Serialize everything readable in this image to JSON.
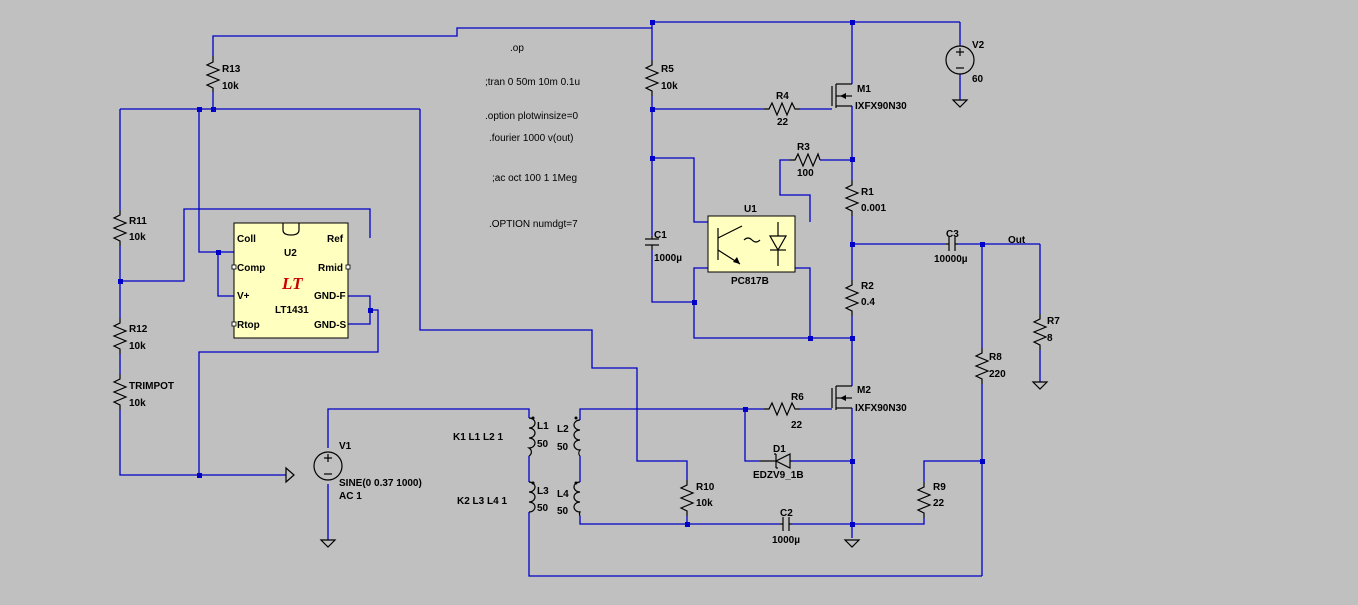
{
  "directives": {
    "op": ".op",
    "tran": ";tran 0 50m 10m 0.1u",
    "plotwinsize": ".option plotwinsize=0",
    "fourier": ".fourier 1000 v(out)",
    "ac": ";ac oct 100 1 1Meg",
    "numdgt": ".OPTION numdgt=7"
  },
  "components": {
    "R13": {
      "name": "R13",
      "value": "10k"
    },
    "R11": {
      "name": "R11",
      "value": "10k"
    },
    "R12": {
      "name": "R12",
      "value": "10k"
    },
    "TRIMPOT": {
      "name": "TRIMPOT",
      "value": "10k"
    },
    "R5": {
      "name": "R5",
      "value": "10k"
    },
    "R4": {
      "name": "R4",
      "value": "22"
    },
    "R3": {
      "name": "R3",
      "value": "100"
    },
    "R1": {
      "name": "R1",
      "value": "0.001"
    },
    "R2": {
      "name": "R2",
      "value": "0.4"
    },
    "R6": {
      "name": "R6",
      "value": "22"
    },
    "R7": {
      "name": "R7",
      "value": "8"
    },
    "R8": {
      "name": "R8",
      "value": "220"
    },
    "R9": {
      "name": "R9",
      "value": "22"
    },
    "R10": {
      "name": "R10",
      "value": "10k"
    },
    "C1": {
      "name": "C1",
      "value": "1000µ"
    },
    "C2": {
      "name": "C2",
      "value": "1000µ"
    },
    "C3": {
      "name": "C3",
      "value": "10000µ"
    },
    "M1": {
      "name": "M1",
      "value": "IXFX90N30"
    },
    "M2": {
      "name": "M2",
      "value": "IXFX90N30"
    },
    "D1": {
      "name": "D1",
      "value": "EDZV9_1B"
    },
    "U1": {
      "name": "U1",
      "value": "PC817B"
    },
    "V2": {
      "name": "V2",
      "value": "60"
    },
    "V1": {
      "name": "V1",
      "value": "SINE(0 0.37 1000)",
      "value2": "AC 1"
    },
    "L1": {
      "name": "L1",
      "value": "50"
    },
    "L2": {
      "name": "L2",
      "value": "50"
    },
    "L3": {
      "name": "L3",
      "value": "50"
    },
    "L4": {
      "name": "L4",
      "value": "50"
    }
  },
  "coupling": {
    "k1": "K1 L1 L2 1",
    "k2": "K2 L3 L4 1"
  },
  "u2": {
    "name": "U2",
    "part": "LT1431",
    "logo": "LT",
    "pins": {
      "coll": "Coll",
      "comp": "Comp",
      "vplus": "V+",
      "rtop": "Rtop",
      "ref": "Ref",
      "rmid": "Rmid",
      "gndf": "GND-F",
      "gnds": "GND-S"
    }
  },
  "net_labels": {
    "out": "Out"
  },
  "colors": {
    "background": "#c0c0c0",
    "wire": "#0000c8",
    "component": "#000000",
    "ic_fill": "#ffffc0",
    "logo": "#cc0000"
  }
}
